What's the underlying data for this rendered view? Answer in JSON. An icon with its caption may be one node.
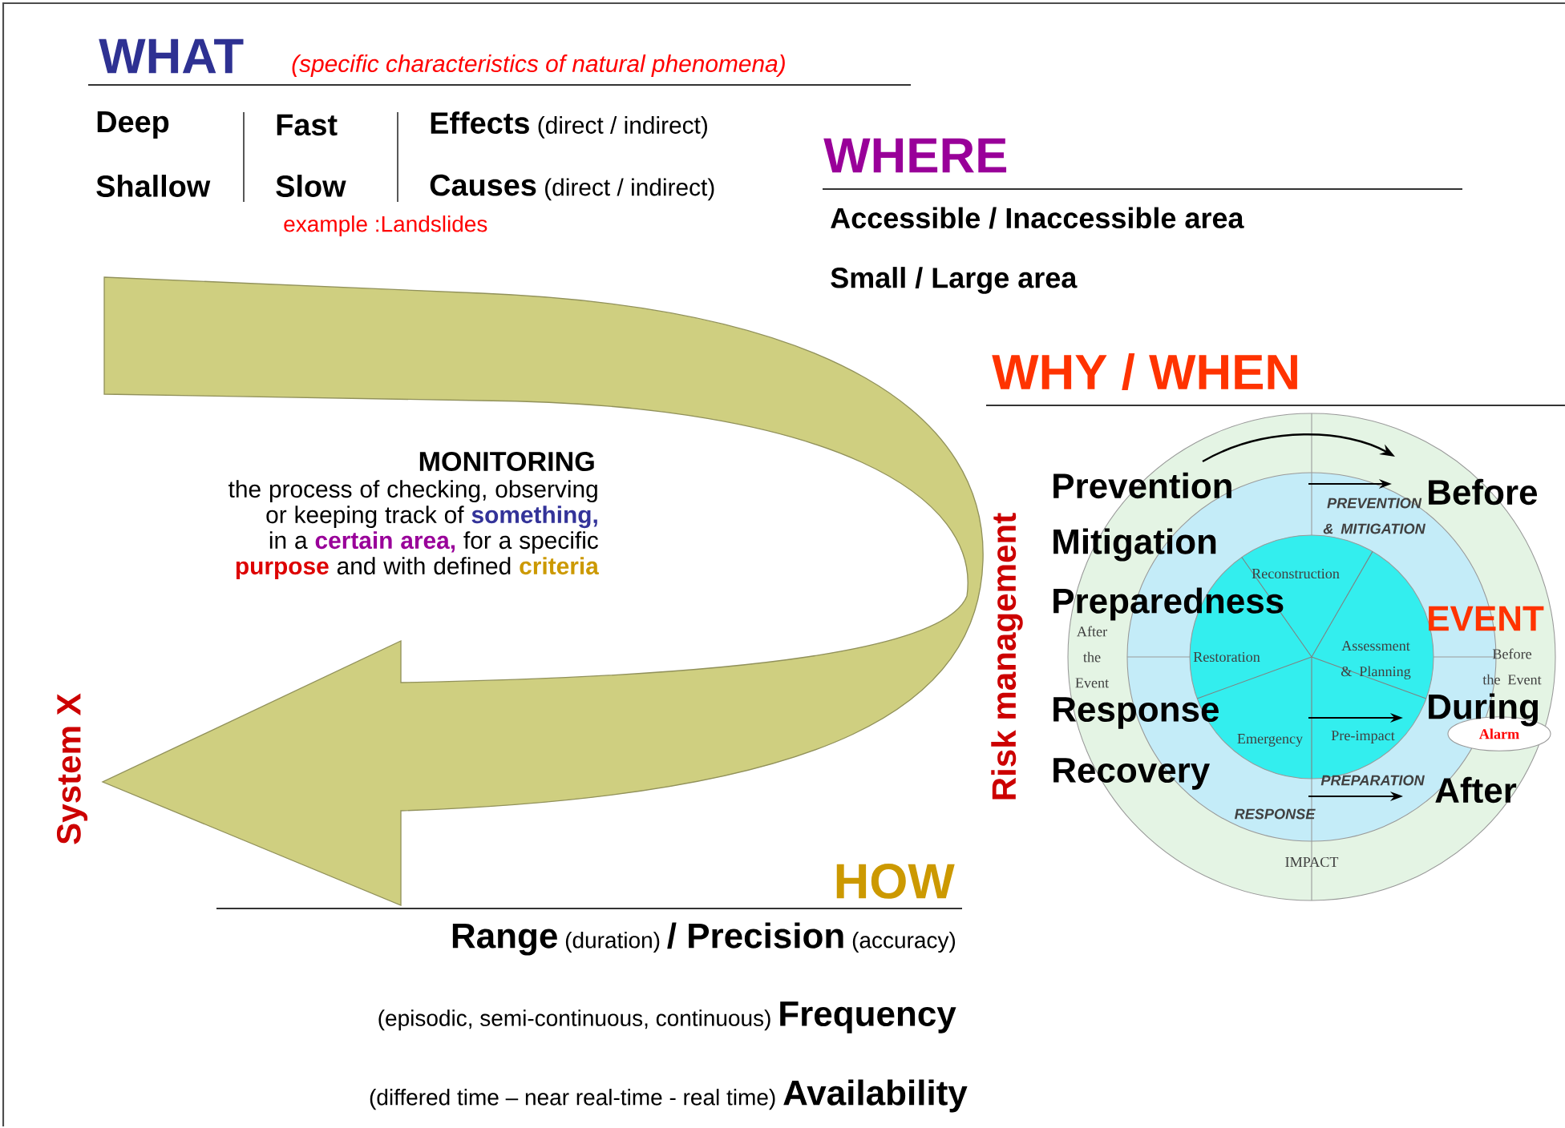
{
  "diagram": {
    "nodes": [
      {
        "text": [
          "Alarm"
        ]
      }
    ],
    "labels": [
      "WHAT",
      "(specific characteristics of natural phenomena)",
      "Deep",
      "Fast",
      "**Effects** (direct / indirect)",
      "WHERE",
      "Shallow",
      "Slow",
      "**Causes** (direct / indirect)",
      "example :Landslides",
      "Accessible / Inaccessible area",
      "Small / Large area",
      "WHY / WHEN",
      "MONITORING",
      "the process of checking, observing or keeping track of **something,** in a **certain area,** for a specific **purpose** and with defined **criteria**",
      "Risk management",
      "Prevention",
      "Before",
      "Mitigation",
      "PREVENTION & MITIGATION",
      "Reconstruction",
      "Preparedness",
      "EVENT",
      "Assessment & Planning",
      "After the Event",
      "Restoration",
      "Before the Event",
      "Response",
      "Emergency",
      "Pre-impact",
      "During",
      "Recovery",
      "RESPONSE",
      "PREPARATION",
      "After",
      "System X",
      "IMPACT",
      "HOW",
      "**Range** (duration) **/ Precision** (accuracy)",
      "(episodic, semi-continuous, continuous) **Frequency**",
      "(differed time – near real-time - real time) **Availability**"
    ]
  }
}
